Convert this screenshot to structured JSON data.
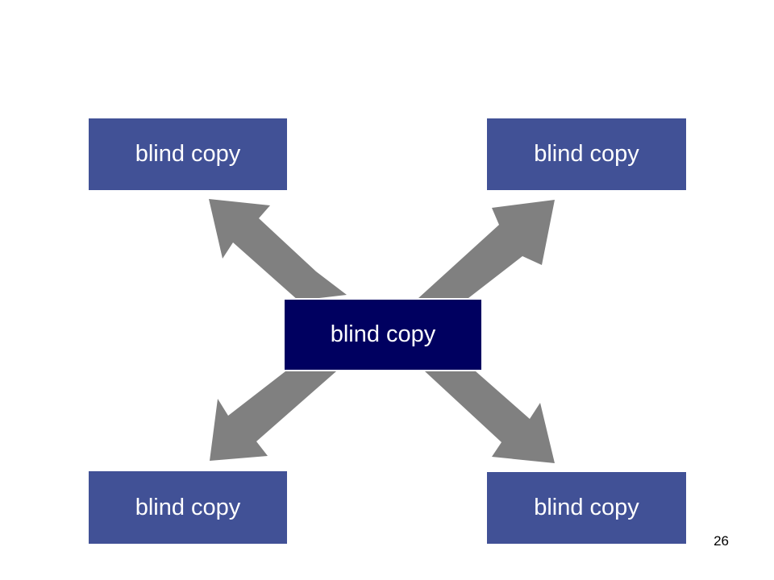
{
  "diagram": {
    "center_label": "blind copy",
    "outer_labels": {
      "top_left": "blind copy",
      "top_right": "blind copy",
      "bottom_left": "blind copy",
      "bottom_right": "blind copy"
    }
  },
  "colors": {
    "outer_box": "#415196",
    "center_box": "#000060",
    "arrow": "#808080",
    "text": "#ffffff"
  },
  "page_number": "26"
}
